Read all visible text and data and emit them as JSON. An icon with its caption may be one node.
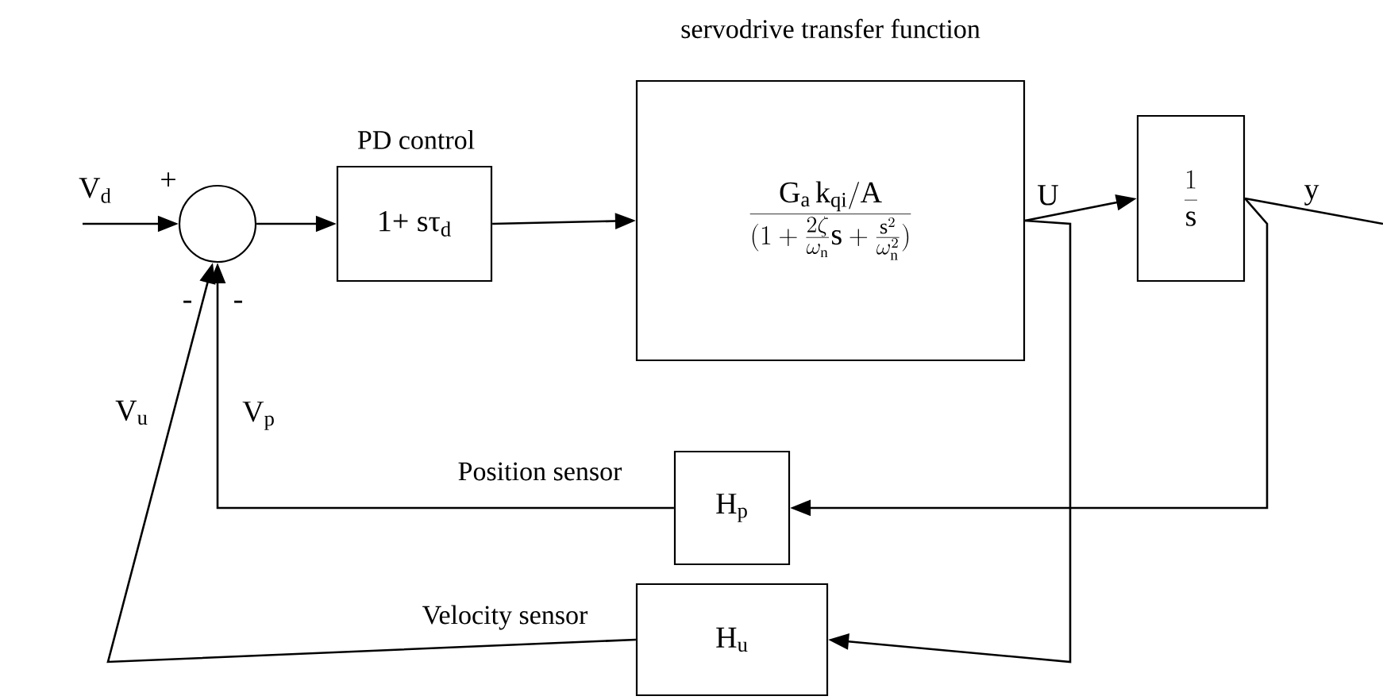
{
  "diagram": {
    "nodes": [
      {
        "text": [],
        "shape": "circle"
      },
      {
        "text": [
          "1+ sτ$_{d}$"
        ],
        "beside": [
          "PD control"
        ]
      },
      {
        "text": [
          "\\frac{\\mathrm{G}_{\\mathrm{a}}\\,\\mathrm{k}_{\\mathrm{qi}}/\\mathrm{A}}{(1+\\frac{2\\zeta}{\\omega_{\\mathrm{n}}}\\mathrm{s}+\\frac{\\mathrm{s}^{2}}{\\omega_{\\mathrm{n}}^{2}})}"
        ],
        "beside": [
          "servodrive transfer function"
        ]
      },
      {
        "text": [
          "\\frac{1}{\\mathrm{s}}"
        ]
      },
      {
        "text": [
          "H$_{p}$"
        ],
        "beside": [
          "Position sensor"
        ]
      },
      {
        "text": [
          "H$_{u}$"
        ],
        "beside": [
          "Velocity sensor"
        ]
      }
    ],
    "edges": [
      {
        "from": null,
        "to": 0,
        "arrow": "to",
        "label": "V$_{d}$"
      },
      {
        "from": 0,
        "to": 1,
        "arrow": "to"
      },
      {
        "from": 1,
        "to": 2,
        "arrow": "to"
      },
      {
        "from": 2,
        "to": 3,
        "arrow": "to",
        "label": "U"
      },
      {
        "from": 3,
        "to": null,
        "arrow": "none",
        "label": "y"
      },
      {
        "from": 3,
        "to": 4,
        "arrow": "to"
      },
      {
        "from": 2,
        "to": 5,
        "arrow": "to"
      },
      {
        "from": 4,
        "to": 0,
        "arrow": "to",
        "label": "V$_{p}$"
      },
      {
        "from": 5,
        "to": 0,
        "arrow": "to",
        "label": "V$_{u}$"
      }
    ],
    "labels": [
      "+",
      "-",
      "-"
    ]
  }
}
